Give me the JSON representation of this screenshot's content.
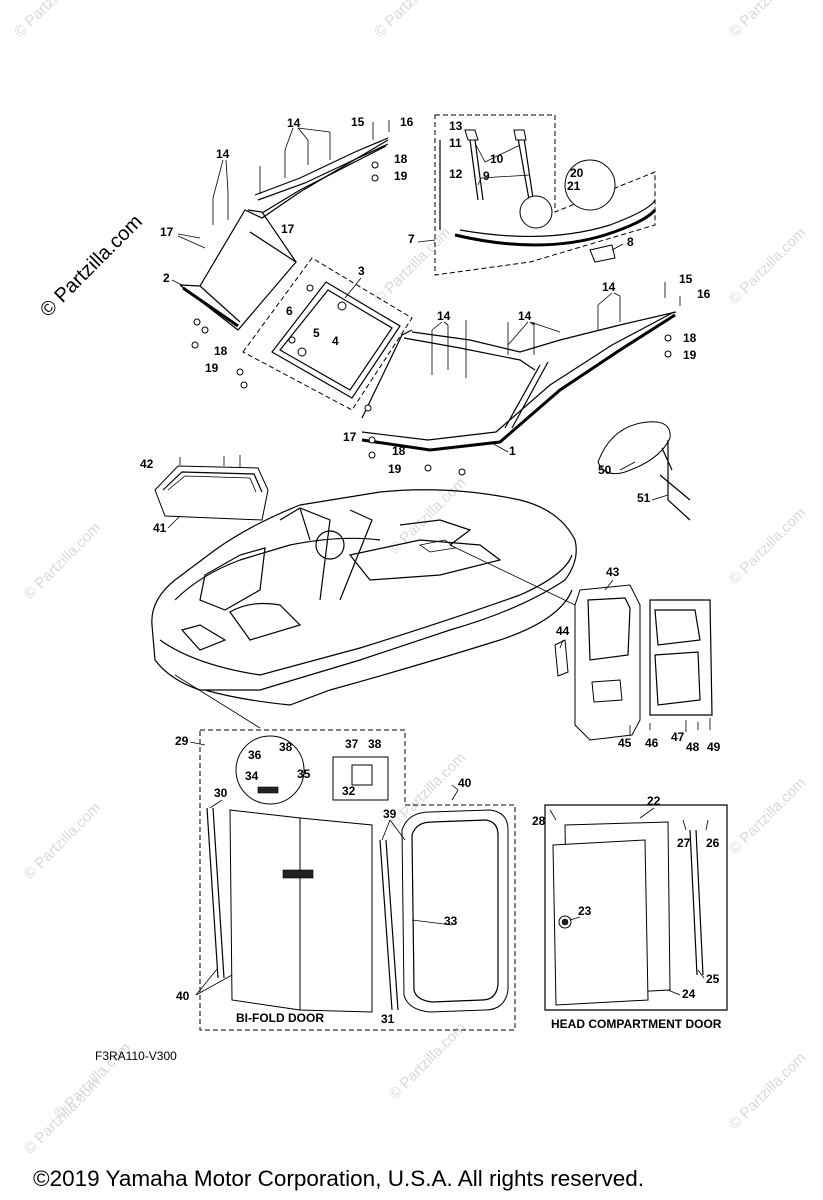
{
  "watermark": "© Partzilla.com",
  "side_watermark": "© Partzilla.com",
  "diagram_code": "F3RA110-V300",
  "copyright": "©2019  Yamaha Motor Corporation, U.S.A. All rights reserved.",
  "captions": {
    "bifold": "BI-FOLD DOOR",
    "head": "HEAD COMPARTMENT DOOR"
  },
  "labels": {
    "l1": "1",
    "l2": "2",
    "l3": "3",
    "l4": "4",
    "l5": "5",
    "l6": "6",
    "l7": "7",
    "l8": "8",
    "l9": "9",
    "l10": "10",
    "l11": "11",
    "l12": "12",
    "l13": "13",
    "l14": "14",
    "l15": "15",
    "l16": "16",
    "l17": "17",
    "l18": "18",
    "l19": "19",
    "l20": "20",
    "l21": "21",
    "l22": "22",
    "l23": "23",
    "l24": "24",
    "l25": "25",
    "l26": "26",
    "l27": "27",
    "l28": "28",
    "l29": "29",
    "l30": "30",
    "l31": "31",
    "l32": "32",
    "l33": "33",
    "l34": "34",
    "l35": "35",
    "l36": "36",
    "l37": "37",
    "l38": "38",
    "l39": "39",
    "l40": "40",
    "l41": "41",
    "l42": "42",
    "l43": "43",
    "l44": "44",
    "l45": "45",
    "l46": "46",
    "l47": "47",
    "l48": "48",
    "l49": "49",
    "l50": "50",
    "l51": "51"
  }
}
